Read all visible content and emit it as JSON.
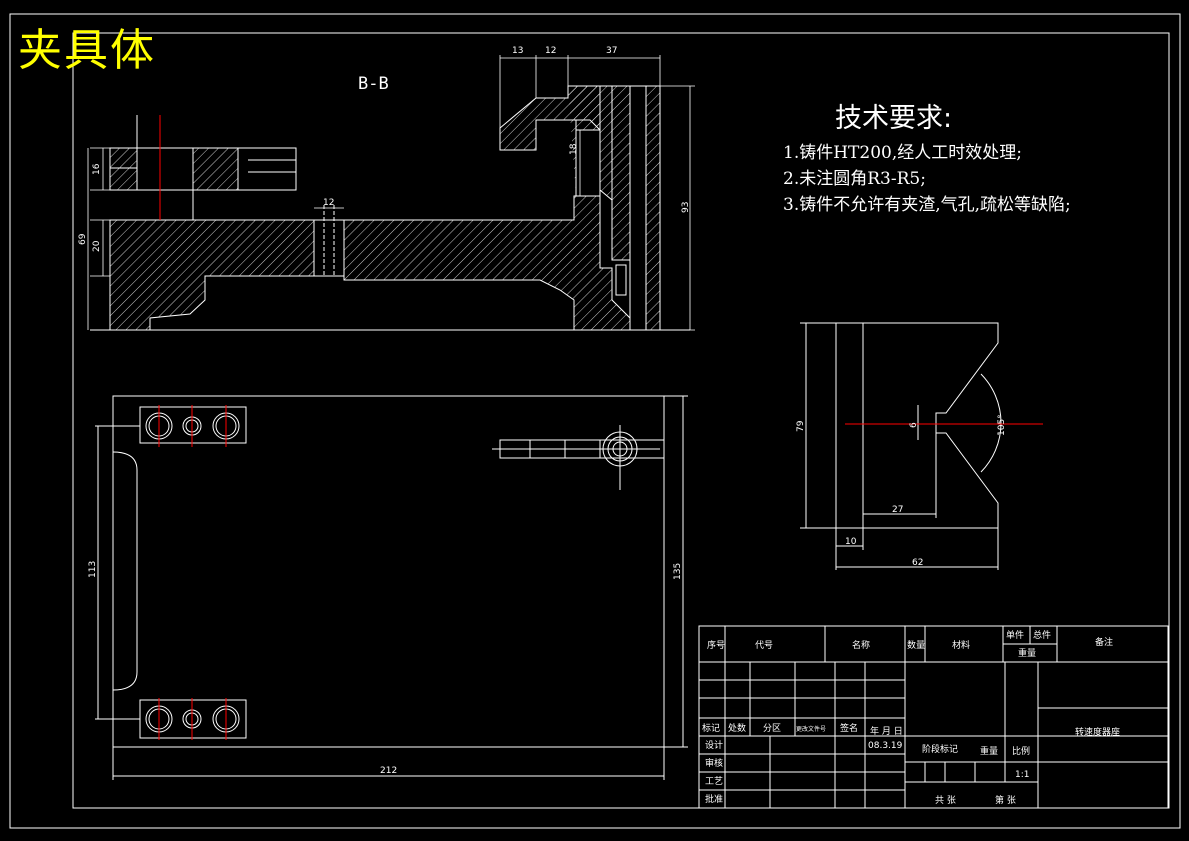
{
  "title": "夹具体",
  "section_label": "B-B",
  "tech": {
    "heading": "技术要求:",
    "items": [
      "1.铸件HT200,经人工时效处理;",
      "2.未注圆角R3-R5;",
      "3.铸件不允许有夹渣,气孔,疏松等缺陷;"
    ]
  },
  "dims": {
    "top": [
      "13",
      "12",
      "37"
    ],
    "d16": "16",
    "d69": "69",
    "d20": "20",
    "d12": "12",
    "d18": "18",
    "d93": "93",
    "d113": "113",
    "d135": "135",
    "d212": "212",
    "d79": "79",
    "d6": "6",
    "d105": "105°",
    "d27": "27",
    "d10": "10",
    "d62": "62"
  },
  "title_block": {
    "header": [
      "序号",
      "代号",
      "名称",
      "数量",
      "材料",
      "单件",
      "总件",
      "重量",
      "备注"
    ],
    "labels": [
      "标记",
      "处数",
      "分区",
      "更改文件号",
      "签名",
      "年 月 日"
    ],
    "rows": [
      "设计",
      "审核",
      "工艺",
      "批准"
    ],
    "date": "08.3.19",
    "stage": "阶段标记",
    "weight": "重量",
    "scale_label": "比例",
    "scale": "1:1",
    "drawing_name": "转速度器座",
    "sheets_total": "共  张",
    "sheet_no": "第  张"
  }
}
